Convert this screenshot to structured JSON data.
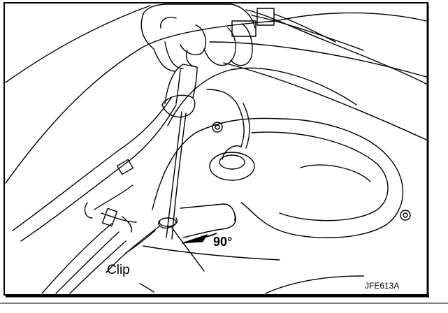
{
  "labels": {
    "clip": "Clip",
    "angle": "90°",
    "figure_code": "JFE613A"
  }
}
